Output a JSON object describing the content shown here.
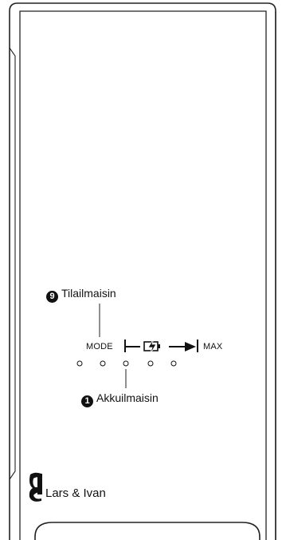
{
  "callouts": [
    {
      "number": "9",
      "label": "Tilailmaisin"
    },
    {
      "number": "1",
      "label": "Akkuilmaisin"
    }
  ],
  "panel": {
    "mode_label": "MODE",
    "max_label": "MAX",
    "indicator_count": 5
  },
  "brand": {
    "name": "Lars & Ivan"
  }
}
